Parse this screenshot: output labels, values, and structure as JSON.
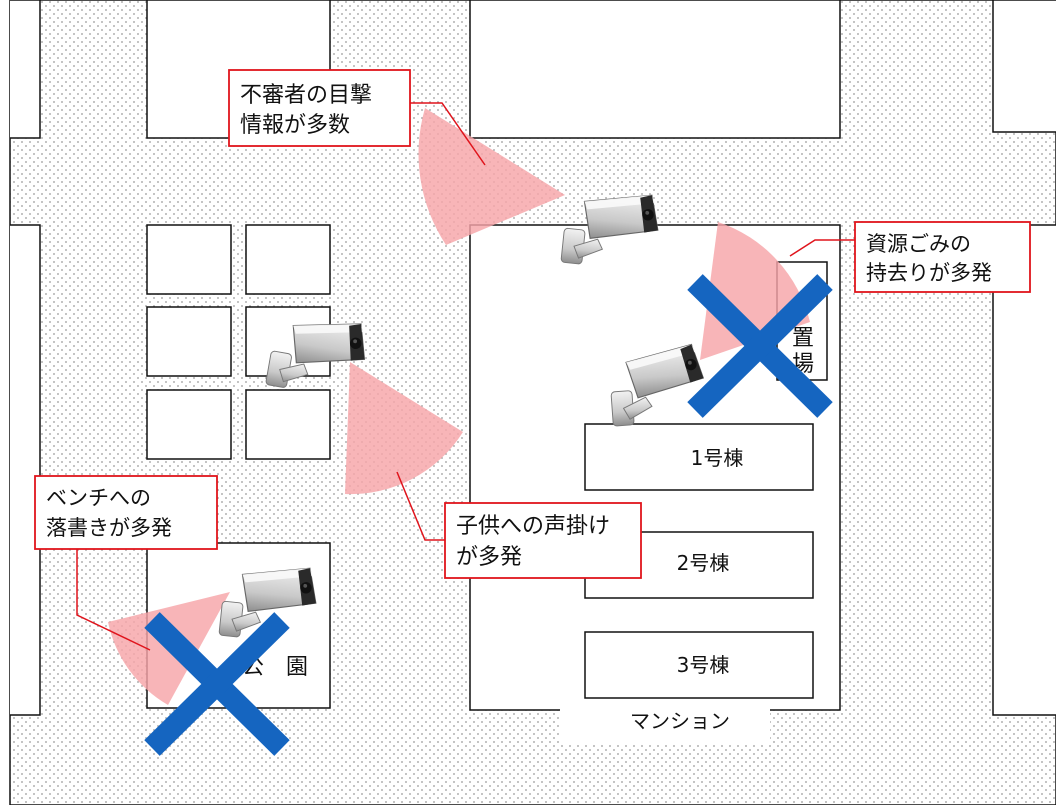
{
  "labels": {
    "park": "公　園",
    "mansion": "マンション",
    "building_1": "1号棟",
    "building_2": "2号棟",
    "building_3": "3号棟",
    "garbage_area_visible_chars": [
      "置",
      "場"
    ]
  },
  "callouts": {
    "suspicious_person": [
      "不審者の目撃",
      "情報が多数"
    ],
    "garbage_theft": [
      "資源ごみの",
      "持去りが多発"
    ],
    "child_calls": [
      "子供への声掛け",
      "が多発"
    ],
    "bench_graffiti": [
      "ベンチへの",
      "落書きが多発"
    ]
  },
  "cameras": [
    {
      "id": "camera-top",
      "status": "active"
    },
    {
      "id": "camera-left",
      "status": "active"
    },
    {
      "id": "camera-right",
      "status": "removed"
    },
    {
      "id": "camera-park",
      "status": "removed"
    }
  ],
  "colors": {
    "road_dot": "#9a9a9a",
    "fov_fill": "#f6a5a8",
    "callout_border": "#e0141c",
    "x_mark": "#1565c0",
    "outline": "#111111"
  }
}
